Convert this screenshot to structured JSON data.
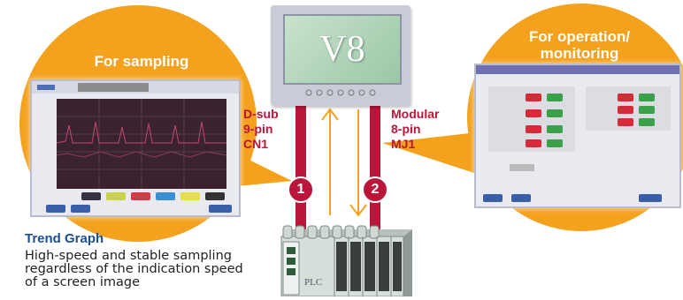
{
  "left_bubble": {
    "title": "For sampling"
  },
  "right_bubble": {
    "title": "For operation/\nmonitoring"
  },
  "hmi": {
    "label": "V8"
  },
  "plc": {
    "label": "PLC"
  },
  "connections": [
    {
      "number": "1",
      "label": "D-sub\n9-pin\nCN1"
    },
    {
      "number": "2",
      "label": "Modular\n8-pin\nMJ1"
    }
  ],
  "trend": {
    "title": "Trend Graph",
    "description": "High-speed and stable sampling\nregardless of the indication speed\nof a screen image"
  },
  "colors": {
    "bubble": "#f4a21e",
    "cable": "#b9163a",
    "arrow": "#f4a21e",
    "title": "#1b4f8f"
  }
}
